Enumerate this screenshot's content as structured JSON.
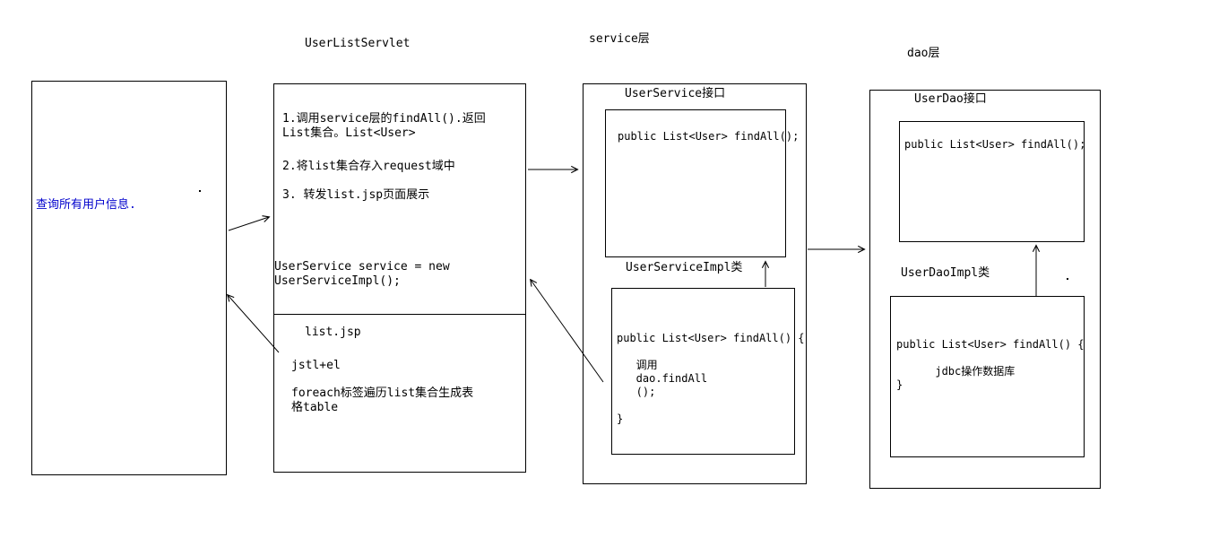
{
  "colors": {
    "highlight_text": "#0000cc",
    "line": "#000000",
    "background": "#ffffff"
  },
  "labels": {
    "servlet_title": "UserListServlet",
    "service_layer_title": "service层",
    "dao_layer_title": "dao层"
  },
  "browser": {
    "text": "查询所有用户信息."
  },
  "servlet": {
    "steps": {
      "step1": "1.调用service层的findAll().返回\nList集合。List<User>",
      "step2": "2.将list集合存入request域中",
      "step3": "3. 转发list.jsp页面展示"
    },
    "code": "UserService service = new\nUserServiceImpl();",
    "jsp": {
      "name": "list.jsp",
      "tech": "jstl+el",
      "note": "foreach标签遍历list集合生成表\n格table"
    }
  },
  "service": {
    "interface_label": "UserService接口",
    "interface_code": "public List<User> findAll();",
    "impl_label": "UserServiceImpl类",
    "impl_code": "public List<User> findAll() {\n\n   调用\n   dao.findAll\n   ();\n\n}"
  },
  "dao": {
    "interface_label": "UserDao接口",
    "interface_code": "public List<User> findAll();",
    "impl_label": "UserDaoImpl类",
    "impl_code": "public List<User> findAll() {\n\n      jdbc操作数据库\n}"
  }
}
